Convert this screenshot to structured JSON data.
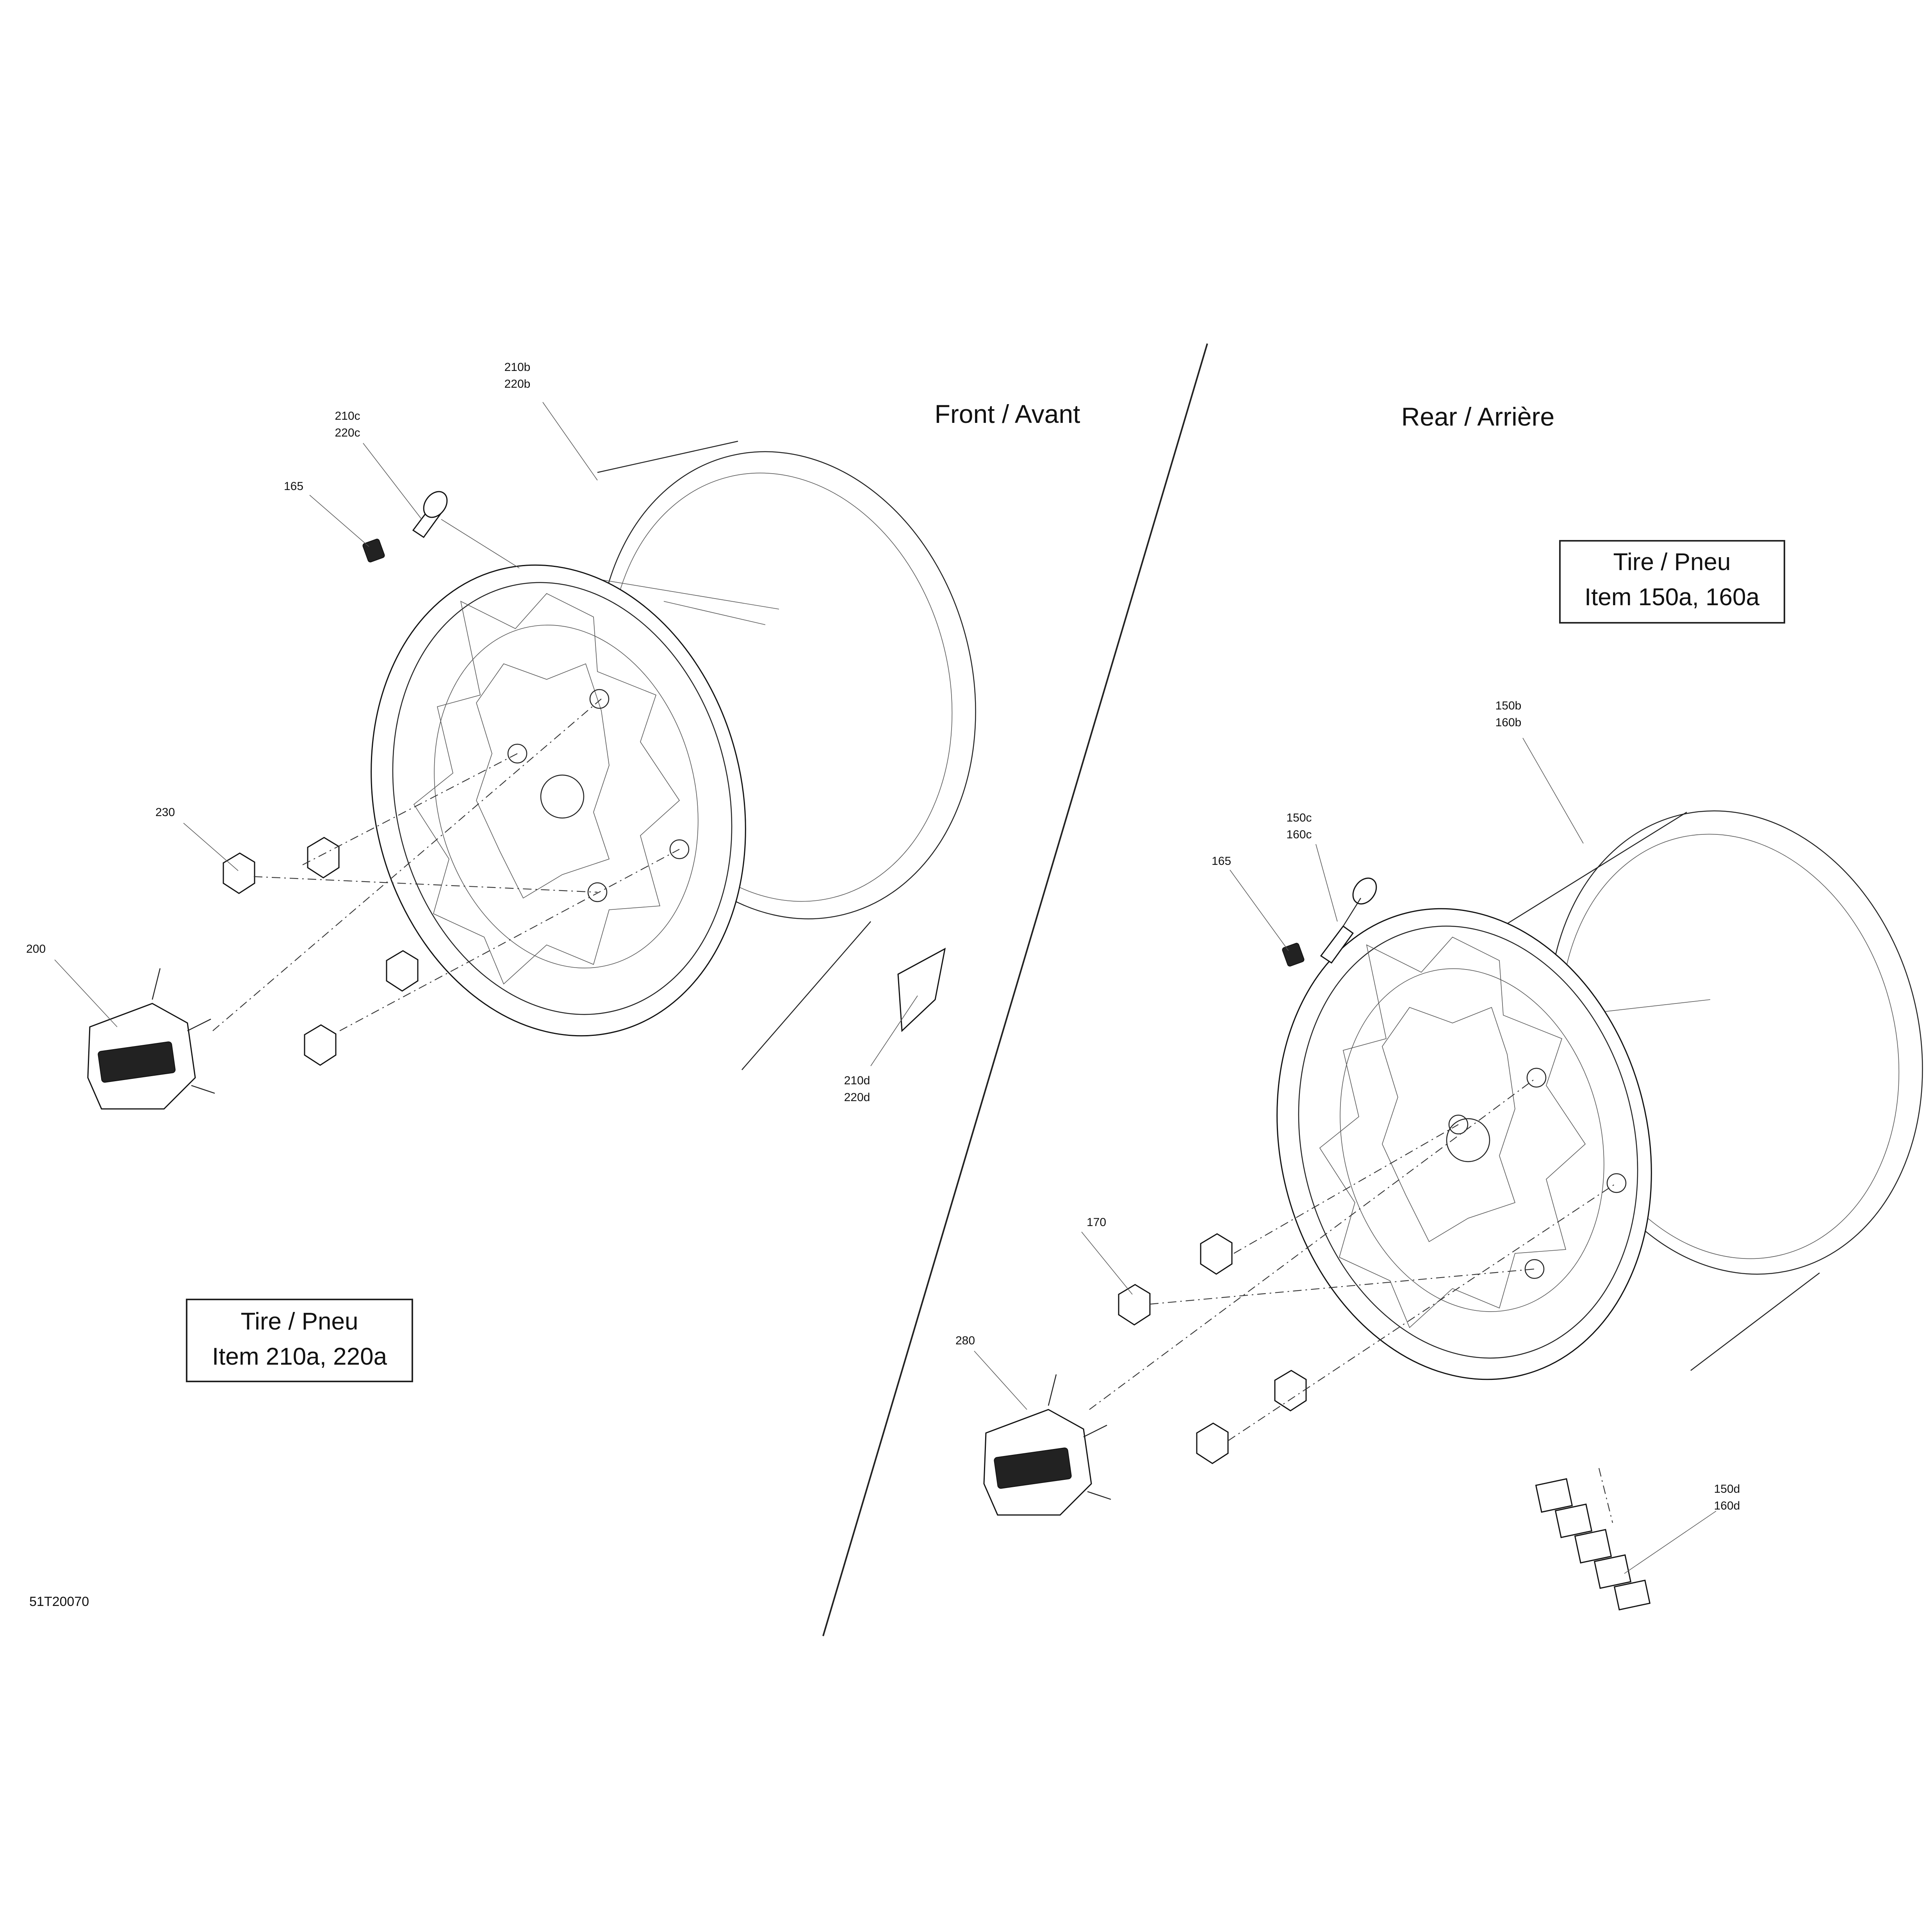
{
  "views": {
    "front_heading": "Front / Avant",
    "rear_heading": "Rear / Arrière"
  },
  "tire_boxes": {
    "front": {
      "line1": "Tire / Pneu",
      "line2": "Item 210a, 220a"
    },
    "rear": {
      "line1": "Tire / Pneu",
      "line2": "Item 150a, 160a"
    }
  },
  "callouts": {
    "f_rim": [
      "210b",
      "220b"
    ],
    "f_valve": [
      "210c",
      "220c"
    ],
    "f_cap": "165",
    "f_nut": "230",
    "f_hubcap": "200",
    "f_weight": [
      "210d",
      "220d"
    ],
    "r_rim": [
      "150b",
      "160b"
    ],
    "r_valve": [
      "150c",
      "160c"
    ],
    "r_cap": "165",
    "r_nut": "170",
    "r_hubcap": "280",
    "r_weight": [
      "150d",
      "160d"
    ]
  },
  "figure_id": "51T20070"
}
